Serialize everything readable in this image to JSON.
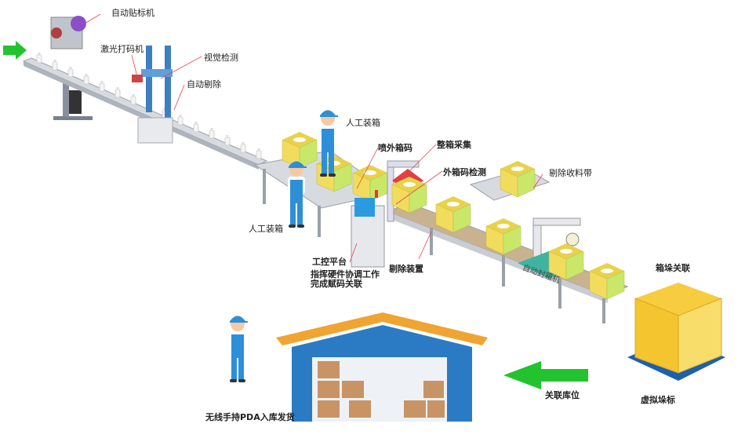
{
  "labels": {
    "auto_labeler": "自动贴标机",
    "laser_coder": "激光打码机",
    "vision_inspection": "视觉检测",
    "auto_reject": "自动剔除",
    "manual_packing_1": "人工装箱",
    "manual_packing_2": "人工装箱",
    "spray_outer_code": "喷外箱码",
    "full_box_capture": "整箱采集",
    "outer_code_inspection": "外箱码检测",
    "reject_collection_belt": "剔除收料带",
    "ipc_platform": "工控平台",
    "ipc_desc_1": "指挥硬件协调工作",
    "ipc_desc_2": "完成赋码关联",
    "reject_device": "剔除装置",
    "auto_sealer": "自动封箱机",
    "box_pallet_link": "箱垛关联",
    "virtual_pallet": "虚拟垛标",
    "link_location": "关联库位",
    "pda_inout": "无线手持PDA入库发货"
  },
  "colors": {
    "arrow_green": "#22c32e",
    "box_yellow": "#f2dc5d",
    "box_green": "#c9e86a",
    "conveyor": "#c8cdd3",
    "worker_blue": "#2d8fd8",
    "warehouse_blue": "#2a7bc4",
    "roof_orange": "#f0a432",
    "pallet_blue": "#1d5fb0",
    "leader_red": "#e8404a"
  }
}
